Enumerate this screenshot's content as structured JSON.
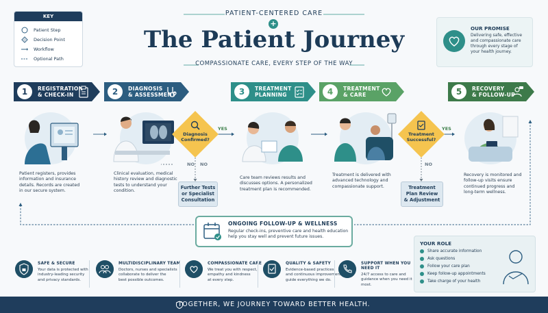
{
  "key": {
    "title": "KEY",
    "items": [
      "Patient Step",
      "Decision Point",
      "Workflow",
      "Optional Path"
    ]
  },
  "header": {
    "subtitle": "PATIENT-CENTERED CARE",
    "title": "The Patient Journey",
    "tagline": "COMPASSIONATE CARE, EVERY STEP OF THE WAY"
  },
  "promise": {
    "title": "OUR PROMISE",
    "lines": [
      "Delivering safe, effective",
      "and compassionate care",
      "through every stage of",
      "your health journey."
    ]
  },
  "steps": [
    {
      "num": "1",
      "line1": "REGISTRATION",
      "line2": "& CHECK-IN",
      "desc": [
        "Patient registers, provides",
        "information and insurance",
        "details. Records are created",
        "in our secure system."
      ],
      "color": "#1f3d5c",
      "icon": "clipboard-icon"
    },
    {
      "num": "2",
      "line1": "DIAGNOSIS",
      "line2": "& ASSESSMENT",
      "desc": [
        "Clinical evaluation, medical",
        "history review and diagnostic",
        "tests to understand your",
        "condition."
      ],
      "color": "#2c5d80",
      "icon": "stethoscope-icon"
    },
    {
      "num": "3",
      "line1": "TREATMENT",
      "line2": "PLANNING",
      "desc": [
        "Care team reviews results and",
        "discusses options. A personalized",
        "treatment plan is recommended."
      ],
      "color": "#2e8f89",
      "icon": "checklist-icon"
    },
    {
      "num": "4",
      "line1": "TREATMENT",
      "line2": "& CARE",
      "desc": [
        "Treatment is delivered with",
        "advanced technology and",
        "compassionate support."
      ],
      "color": "#5aa266",
      "icon": "heart-hand-icon"
    },
    {
      "num": "5",
      "line1": "RECOVERY",
      "line2": "& FOLLOW-UP",
      "desc": [
        "Recovery is monitored and",
        "follow-up visits ensure",
        "continued progress and",
        "long-term wellness."
      ],
      "color": "#3d7a4a",
      "icon": "person-chat-icon"
    }
  ],
  "decisions": [
    {
      "line1": "Diagnosis",
      "line2": "Confirmed?",
      "yes": "YES",
      "no": "NO",
      "no2": "NO"
    },
    {
      "line1": "Treatment",
      "line2": "Successful?",
      "yes": "YES",
      "no": "NO"
    }
  ],
  "optional": [
    {
      "lines": [
        "Further Tests",
        "or Specialist",
        "Consultation"
      ]
    },
    {
      "lines": [
        "Treatment",
        "Plan Review",
        "& Adjustment"
      ]
    }
  ],
  "ongoing": {
    "title": "ONGOING FOLLOW-UP & WELLNESS",
    "lines": [
      "Regular check-ins, preventive care and health education",
      "help you stay well and prevent future issues."
    ]
  },
  "role": {
    "title": "YOUR ROLE",
    "items": [
      "Share accurate information",
      "Ask questions",
      "Follow your care plan",
      "Keep follow-up appointments",
      "Take charge of your health"
    ]
  },
  "features": [
    {
      "title": "SAFE & SECURE",
      "lines": [
        "Your data is protected with",
        "industry-leading security",
        "and privacy standards."
      ],
      "icon": "shield-lock-icon"
    },
    {
      "title": "MULTIDISCIPLINARY TEAM",
      "lines": [
        "Doctors, nurses and specialists",
        "collaborate to deliver the",
        "best possible outcomes."
      ],
      "icon": "team-icon"
    },
    {
      "title": "COMPASSIONATE CARE",
      "lines": [
        "We treat you with respect,",
        "empathy and kindness",
        "at every step."
      ],
      "icon": "heart-hands-icon"
    },
    {
      "title": "QUALITY & SAFETY",
      "lines": [
        "Evidence-based practices",
        "and continuous improvement",
        "guide everything we do."
      ],
      "icon": "quality-check-icon"
    },
    {
      "title": "SUPPORT WHEN YOU",
      "title2": "NEED IT",
      "lines": [
        "24/7 access to care and",
        "guidance when you need it",
        "most."
      ],
      "icon": "phone-support-icon"
    }
  ],
  "footer": {
    "text": "TOGETHER, WE JOURNEY TOWARD BETTER HEALTH."
  }
}
